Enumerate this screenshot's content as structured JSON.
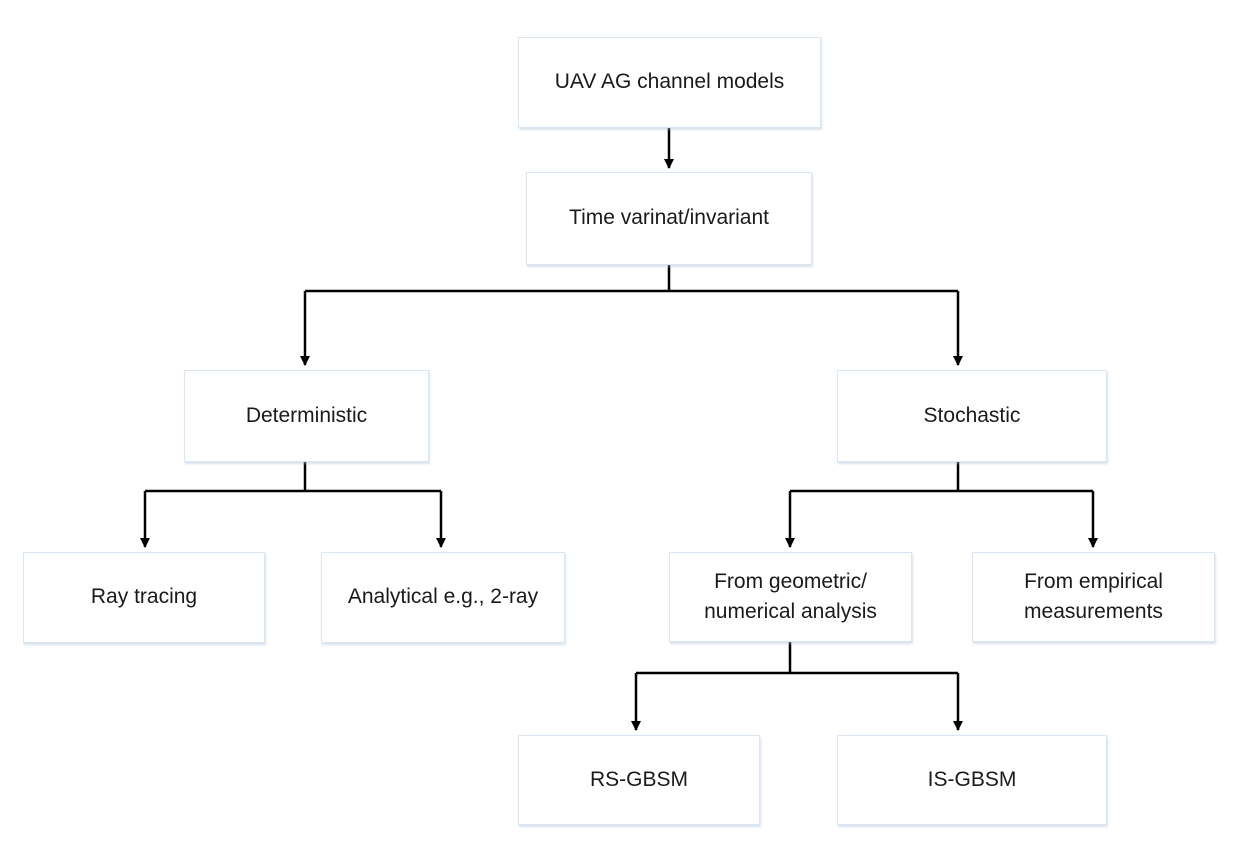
{
  "diagram": {
    "nodes": {
      "root": {
        "label": "UAV AG channel models"
      },
      "time": {
        "label": "Time varinat/invariant"
      },
      "deterministic": {
        "label": "Deterministic"
      },
      "stochastic": {
        "label": "Stochastic"
      },
      "ray_tracing": {
        "label": "Ray tracing"
      },
      "analytical": {
        "label": "Analytical e.g., 2-ray"
      },
      "geometric": {
        "line1": "From geometric/",
        "line2": "numerical analysis"
      },
      "empirical": {
        "line1": "From empirical",
        "line2": "measurements"
      },
      "rs_gbsm": {
        "label": "RS-GBSM"
      },
      "is_gbsm": {
        "label": "IS-GBSM"
      }
    },
    "edges": [
      {
        "from": "root",
        "to": "time"
      },
      {
        "from": "time",
        "to": "deterministic"
      },
      {
        "from": "time",
        "to": "stochastic"
      },
      {
        "from": "deterministic",
        "to": "ray_tracing"
      },
      {
        "from": "deterministic",
        "to": "analytical"
      },
      {
        "from": "stochastic",
        "to": "geometric"
      },
      {
        "from": "stochastic",
        "to": "empirical"
      },
      {
        "from": "geometric",
        "to": "rs_gbsm"
      },
      {
        "from": "geometric",
        "to": "is_gbsm"
      }
    ],
    "colors": {
      "connector": "#000000",
      "box_border": "#dbe6f3",
      "text": "#1a1a1a"
    }
  }
}
